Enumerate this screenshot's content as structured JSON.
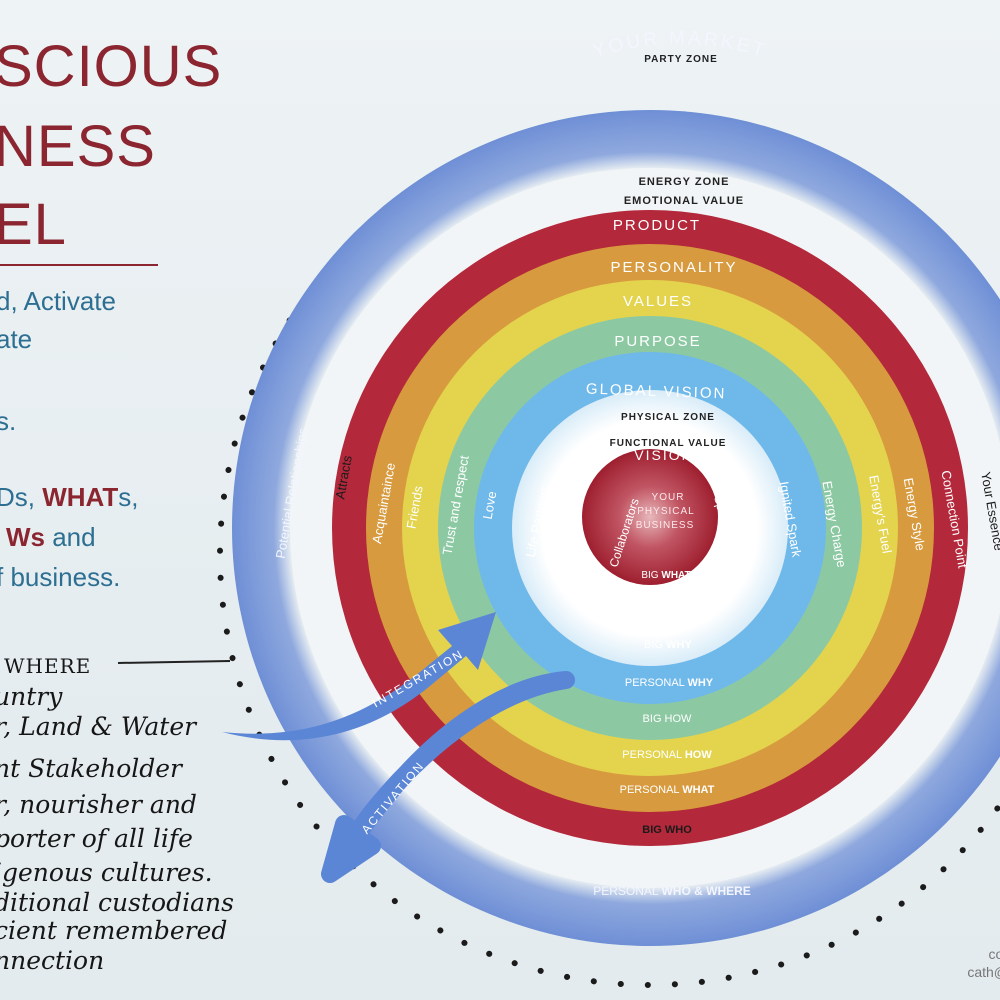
{
  "title": {
    "line1": "SCIOUS",
    "line2": "NESS",
    "line3": "EL"
  },
  "subtitle": {
    "line1": "d, Activate",
    "line2": "ate",
    "line3": "s.",
    "line4_a": "Ds, ",
    "line4_b": "WHAT",
    "line4_c": "s,",
    "line5_a": "Ws",
    "line5_b": " and",
    "line6": "f business."
  },
  "handwriting": [
    "WHERE",
    "untry",
    "r, Land & Water",
    "nt Stakeholder",
    "r, nourisher and",
    "porter of all life",
    "igenous cultures.",
    "ditional custodians",
    "cient remembered",
    "nnection"
  ],
  "diagram": {
    "top_label": "PARTY ZONE",
    "center": {
      "line1": "YOUR",
      "line2": "PHYSICAL",
      "line3": "BUSINESS",
      "top": "VISION",
      "left": "Collaborators",
      "right": "Spark",
      "bottom_a": "BIG ",
      "bottom_b": "WHAT"
    },
    "zones": {
      "energy_zone": "ENERGY ZONE",
      "emotional_value": "EMOTIONAL VALUE",
      "physical_zone": "PHYSICAL ZONE",
      "functional_value": "FUNCTIONAL VALUE"
    },
    "rings": {
      "market": {
        "label": "YOUR MARKET",
        "left": "Potential Relationships",
        "right": "Your Essence",
        "bottom_a": "PERSONAL ",
        "bottom_b": "WHO & WHERE"
      },
      "white_outer": {
        "left": "Attracts",
        "bottom": "BIG WHO"
      },
      "product": {
        "label": "PRODUCT",
        "left": "Acquaintaince",
        "right": "Connection Point",
        "bottom_a": "PERSONAL ",
        "bottom_b": "WHAT"
      },
      "personality": {
        "label": "PERSONALITY",
        "left": "Friends",
        "right": "Energy Style",
        "bottom_a": "PERSONAL ",
        "bottom_b": "HOW"
      },
      "values": {
        "label": "VALUES",
        "left": "Trust and respect",
        "right": "Energy's Fuel",
        "bottom": "BIG HOW"
      },
      "purpose": {
        "label": "PURPOSE",
        "left": "Love",
        "right": "Energy Charge",
        "bottom_a": "PERSONAL ",
        "bottom_b": "WHY"
      },
      "global_vision": {
        "label": "GLOBAL VISION",
        "left": "Life Partners",
        "right": "Ignited Spark",
        "bottom_a": "BIG ",
        "bottom_b": "WHY"
      }
    },
    "arrows": {
      "integration": "INTEGRATION",
      "activation": "ACTIVATION"
    },
    "colors": {
      "market": "#7b97d8",
      "product": "#b3283a",
      "personality": "#d89a3e",
      "values": "#e3d34d",
      "purpose": "#8cc9a3",
      "global_vision": "#6fb8ea",
      "center": "#9e1f2f",
      "arrow": "#5b86d6",
      "title": "#8b2530",
      "subtitle": "#2d6f92"
    }
  },
  "corner": {
    "line1": "cor",
    "line2": "cath@"
  }
}
